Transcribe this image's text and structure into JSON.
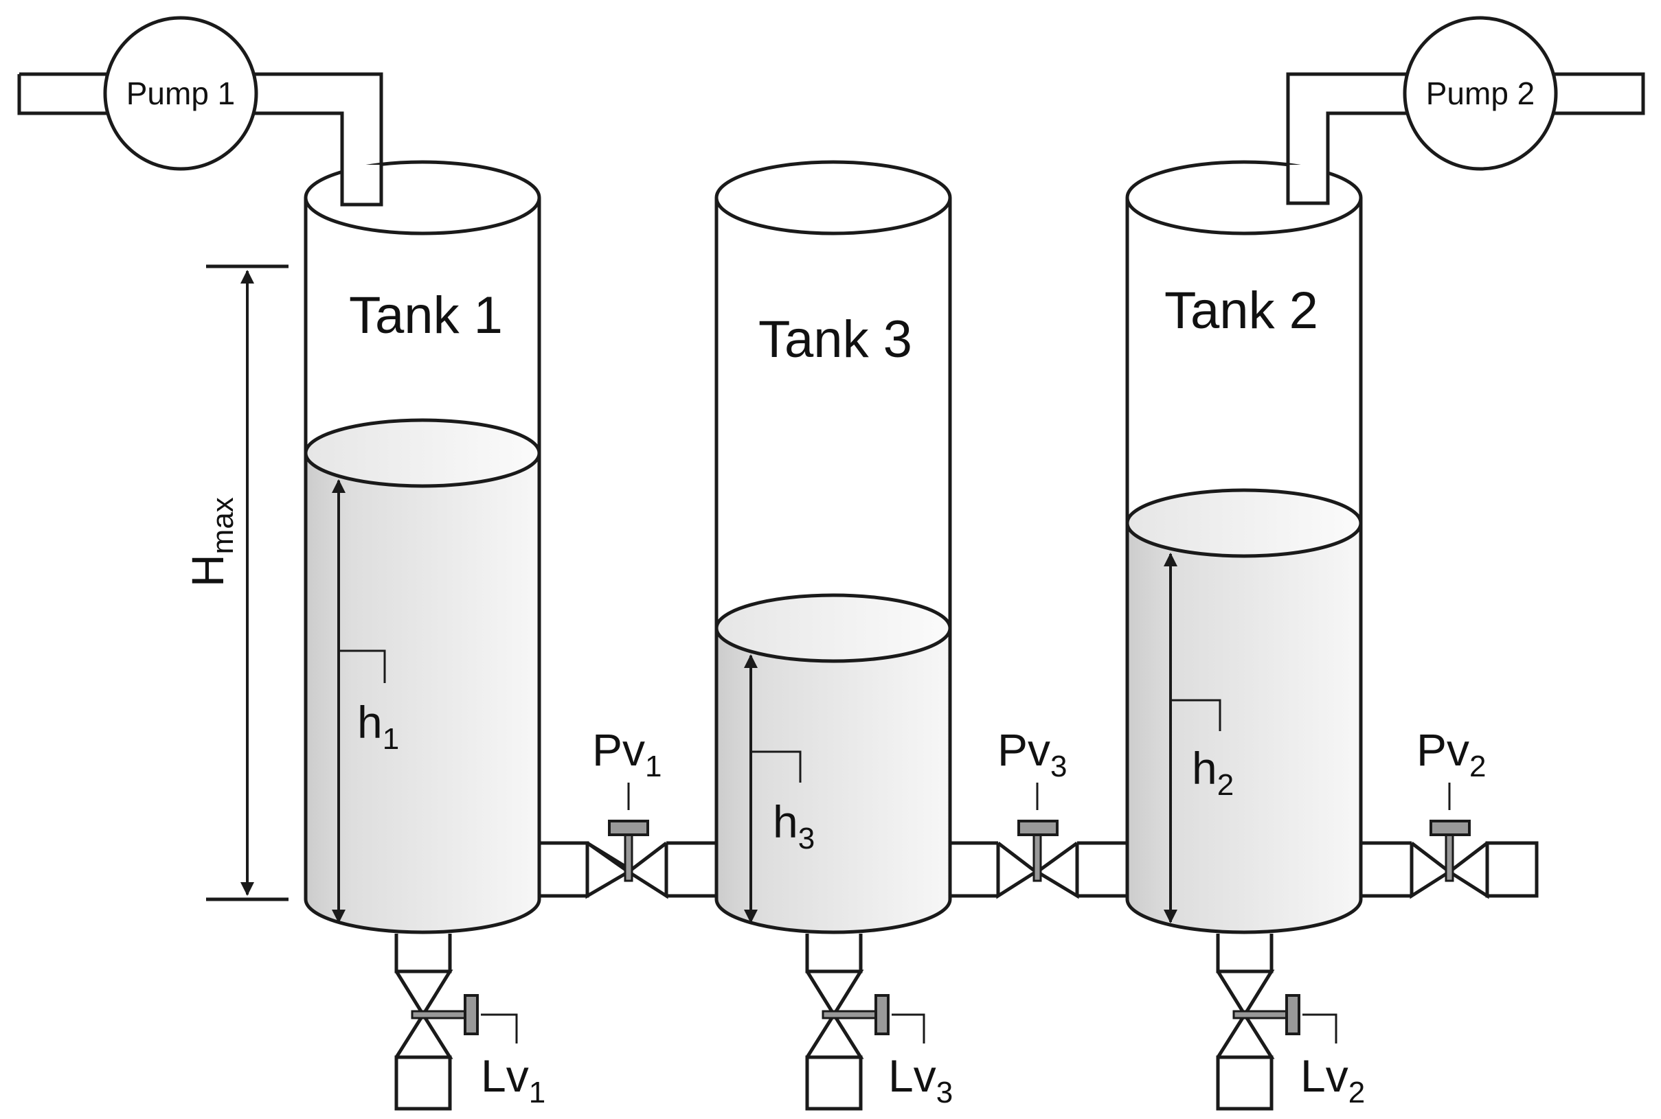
{
  "pumps": [
    {
      "label": "Pump 1"
    },
    {
      "label": "Pump 2"
    }
  ],
  "tanks": [
    {
      "label": "Tank 1",
      "level": "h",
      "level_sub": "1"
    },
    {
      "label": "Tank 3",
      "level": "h",
      "level_sub": "3"
    },
    {
      "label": "Tank 2",
      "level": "h",
      "level_sub": "2"
    }
  ],
  "max_height": {
    "label": "H",
    "sub": "max"
  },
  "pipe_valves": [
    {
      "label": "Pv",
      "sub": "1"
    },
    {
      "label": "Pv",
      "sub": "3"
    },
    {
      "label": "Pv",
      "sub": "2"
    }
  ],
  "leak_valves": [
    {
      "label": "Lv",
      "sub": "1"
    },
    {
      "label": "Lv",
      "sub": "3"
    },
    {
      "label": "Lv",
      "sub": "2"
    }
  ],
  "colors": {
    "line": "#1a1a1a",
    "liquid_light": "#f4f4f4",
    "liquid_shade": "#cccccc",
    "valve_stem": "#999999"
  }
}
